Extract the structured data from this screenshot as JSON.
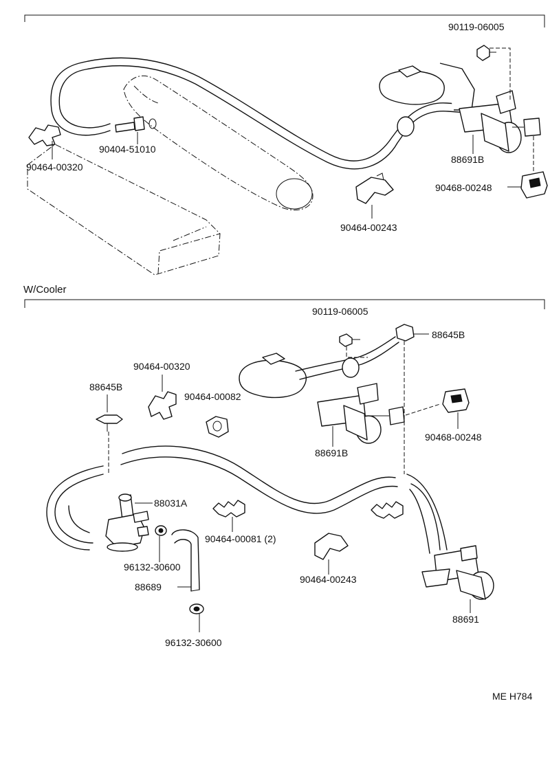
{
  "sections": {
    "upper": {
      "caption": ""
    },
    "lower": {
      "caption": "W/Cooler"
    }
  },
  "labels": {
    "u_bolt": "90119-06005",
    "u_clip_left": "90464-00320",
    "u_fitting": "90404-51010",
    "u_vsv": "88691B",
    "u_connector": "90468-00248",
    "u_clamp": "90464-00243",
    "l_bolt": "90119-06005",
    "l_tee_right": "88645B",
    "l_clip_320": "90464-00320",
    "l_tee_left": "88645B",
    "l_clip_082": "90464-00082",
    "l_vsv": "88691B",
    "l_connector": "90468-00248",
    "l_valve": "88031A",
    "l_clips_081": "90464-00081  (2)",
    "l_hose_clamp_1": "96132-30600",
    "l_hose": "88689",
    "l_clamp_243": "90464-00243",
    "l_vsv_2": "88691",
    "l_hose_clamp_2": "96132-30600"
  },
  "footer": {
    "code": "ME H784"
  }
}
